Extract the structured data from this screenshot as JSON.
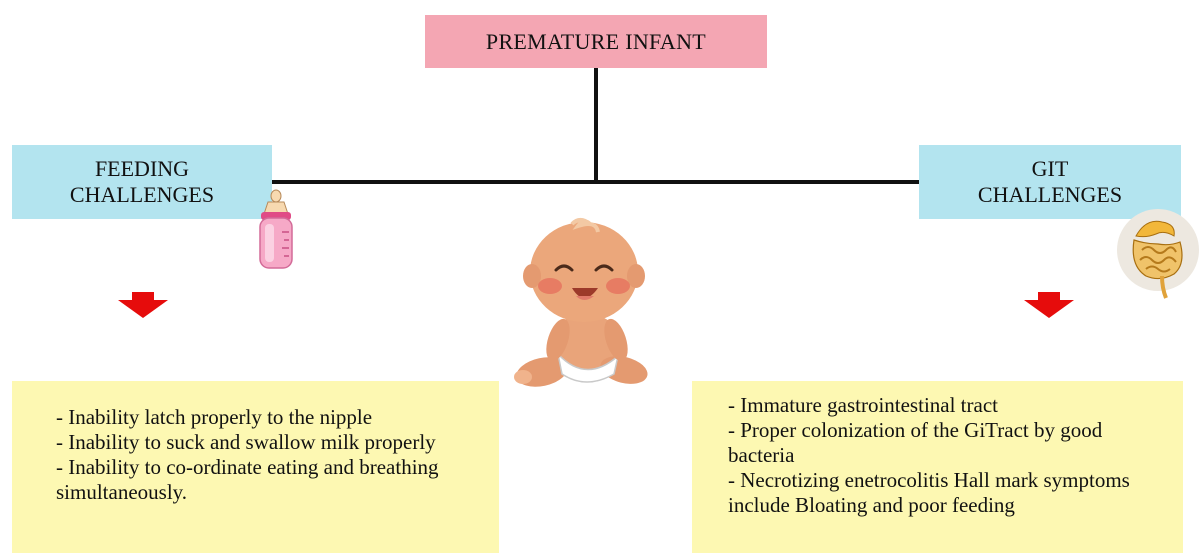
{
  "colors": {
    "top_box": "#f4a6b3",
    "side_boxes": "#b3e4ef",
    "text_boxes": "#fdf8b2",
    "arrow": "#e60c0c",
    "line": "#111111"
  },
  "root": {
    "label": "PREMATURE INFANT"
  },
  "left": {
    "title_line1": "FEEDING",
    "title_line2": "CHALLENGES",
    "items": [
      "- Inability latch properly to the nipple",
      "- Inability to suck and swallow milk properly",
      "- Inability to co-ordinate eating and breathing simultaneously."
    ]
  },
  "right": {
    "title_line1": "GIT",
    "title_line2": "CHALLENGES",
    "items": [
      "- Immature gastrointestinal tract",
      "- Proper colonization of the GiTract by good bacteria",
      "- Necrotizing enetrocolitis Hall mark symptoms include Bloating and poor feeding"
    ]
  },
  "icons": {
    "bottle": "baby-bottle-icon",
    "baby": "baby-illustration",
    "intestine": "intestine-icon",
    "arrow": "down-arrow-icon"
  }
}
